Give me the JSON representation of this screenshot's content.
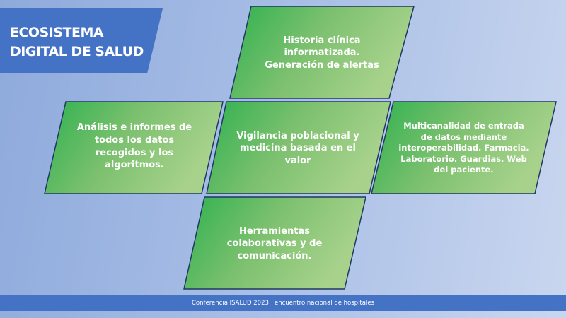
{
  "title": {
    "line1": "ECOSISTEMA",
    "line2": "DIGITAL DE SALUD"
  },
  "boxes": [
    {
      "text": "Historia clínica informatizada. Generación de alertas"
    },
    {
      "text": "Análisis e informes de todos los datos recogidos y los algoritmos."
    },
    {
      "text": "Vigilancia poblacional y medicina basada en el valor"
    },
    {
      "text": "Multicanalidad de entrada de datos mediante interoperabilidad. Farmacia. Laboratorio. Guardias. Web del paciente."
    },
    {
      "text": "Herramientas colaborativas y de comunicación."
    }
  ],
  "footer": "Conferencia ISALUD 2023   encuentro nacional de hospitales",
  "colors": {
    "banner": "#4472c4",
    "green_dark": "#2db14f",
    "green_light": "#a6d18a",
    "border": "#1f3864"
  }
}
